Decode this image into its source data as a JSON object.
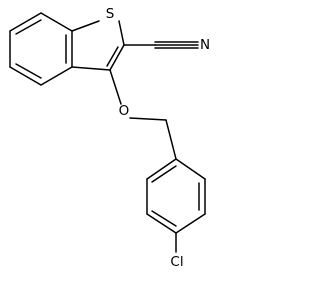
{
  "molecule": {
    "atoms": {
      "sulfur": "S",
      "nitrogen": "N",
      "oxygen": "O",
      "chlorine": "Cl"
    }
  },
  "colors": {
    "background": "#ffffff",
    "ink": "#000000"
  }
}
